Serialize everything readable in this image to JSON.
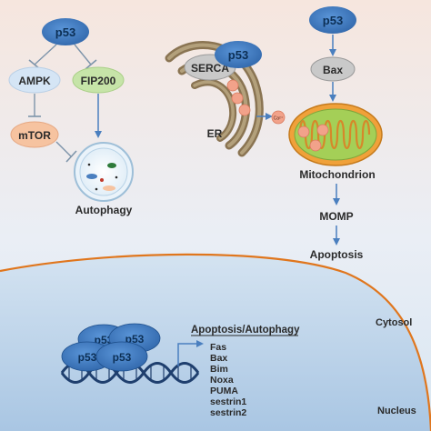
{
  "left_pathway": {
    "p53": "p53",
    "ampk": "AMPK",
    "fip200": "FIP200",
    "mtor": "mTOR",
    "autophagy": "Autophagy"
  },
  "middle": {
    "p53": "p53",
    "serca": "SERCA",
    "er": "ER",
    "ca_ion": "Ca²⁺",
    "mitochondrion": "Mitochondrion"
  },
  "right_pathway": {
    "p53": "p53",
    "bax": "Bax",
    "momp": "MOMP",
    "apoptosis": "Apoptosis"
  },
  "compartments": {
    "cytosol": "Cytosol",
    "nucleus": "Nucleus"
  },
  "nucleus_panel": {
    "p53_labels": [
      "p53",
      "p53",
      "p53",
      "p53"
    ],
    "target_header": "Apoptosis/Autophagy",
    "target_genes": [
      "Fas",
      "Bax",
      "Bim",
      "Noxa",
      "PUMA",
      "sestrin1",
      "sestrin2"
    ]
  },
  "colors": {
    "p53_fill": "#3b78c2",
    "ampk_fill": "#d5e5f5",
    "fip200_fill": "#c6e4a8",
    "mtor_fill": "#f6c3a0",
    "arrow_blue": "#4a7fbf",
    "inhibit_gray": "#7d94aa",
    "nucleus_bg": "#bcd4ea",
    "cytosol_top": "#f5e7e0",
    "membrane": "#e0761d"
  }
}
